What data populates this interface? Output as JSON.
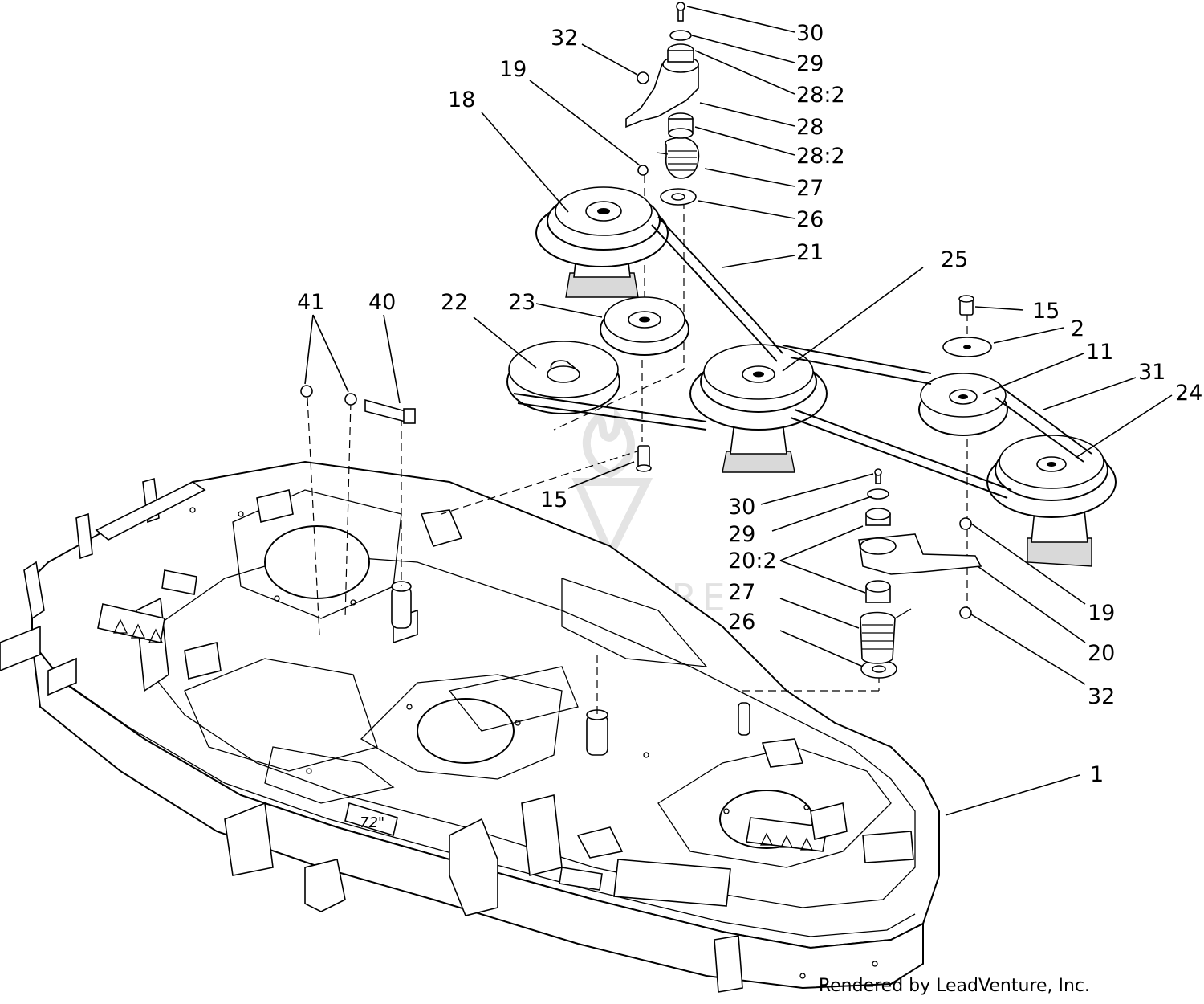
{
  "watermark": {
    "text": "LEADVENTURE"
  },
  "footer": {
    "credit": "Rendered by LeadVenture, Inc."
  },
  "callouts": {
    "c30_top": "30",
    "c29_top": "29",
    "c28_2_top": "28:2",
    "c28": "28",
    "c28_2_mid": "28:2",
    "c27_top": "27",
    "c26_top": "26",
    "c21": "21",
    "c32_top": "32",
    "c19_top": "19",
    "c18": "18",
    "c22": "22",
    "c23": "23",
    "c25": "25",
    "c15_right": "15",
    "c2": "2",
    "c11": "11",
    "c31": "31",
    "c24": "24",
    "c41": "41",
    "c40": "40",
    "c15_left": "15",
    "c30_bot": "30",
    "c29_bot": "29",
    "c20_2": "20:2",
    "c27_bot": "27",
    "c26_bot": "26",
    "c19_bot": "19",
    "c20": "20",
    "c32_bot": "32",
    "c1": "1"
  }
}
